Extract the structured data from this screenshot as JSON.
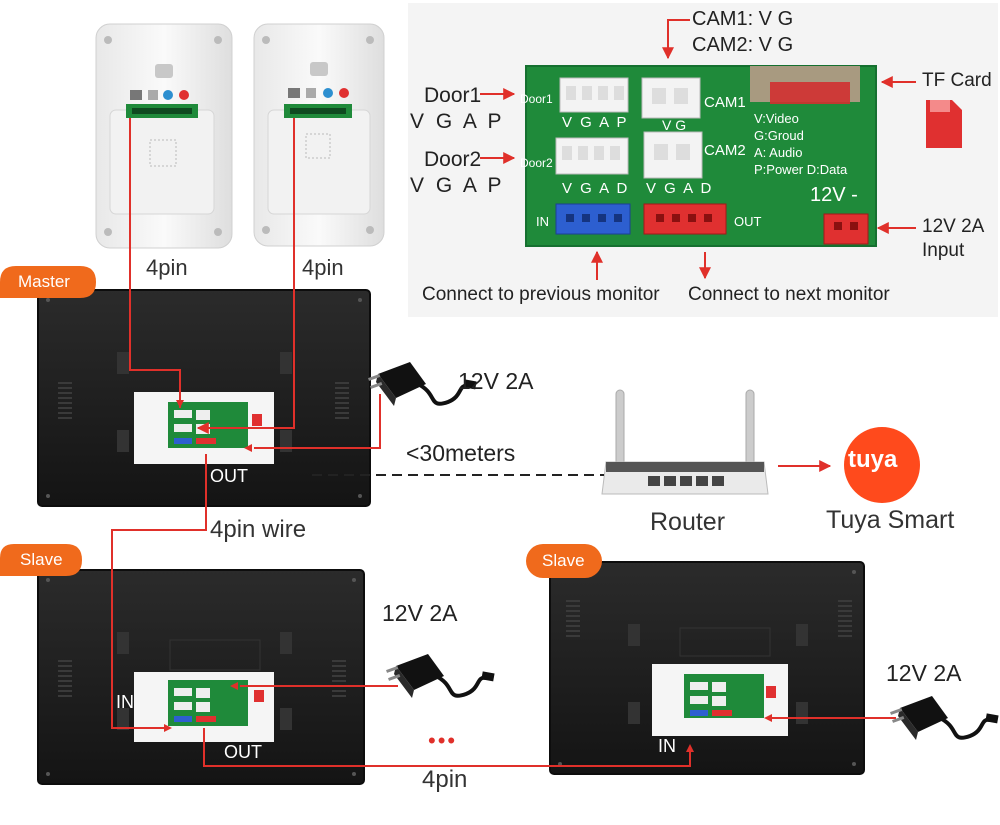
{
  "colors": {
    "wire": "#e0302a",
    "badge": "#f06a1c",
    "pcb": "#1f8a3a",
    "monitor": "#1e1e1e",
    "tuya": "#ff4a1c",
    "blue_connector": "#2d5fd0",
    "red_connector": "#e03030"
  },
  "panel": {
    "cam1": "CAM1:  V  G",
    "cam2": "CAM2:  V  G",
    "door1": "Door1",
    "door2": "Door2",
    "door1_pins": "V  G  A  P",
    "door2_pins": "V  G  A  P",
    "pcb_door1": "Door1",
    "pcb_door2": "Door2",
    "pcb_pins_door1": "V  G  A  P",
    "pcb_pins_door2": "V  G  A  D",
    "pcb_cam_vg": "V  G",
    "pcb_cam_vgad": "V  G  A  D",
    "pcb_cam1": "CAM1",
    "pcb_cam2": "CAM2",
    "legend_v": "V:Video",
    "legend_g": "G:Groud",
    "legend_a": "A: Audio",
    "legend_pd": "P:Power D:Data",
    "pcb_12v": "12V -",
    "pcb_in": "IN",
    "pcb_out": "OUT",
    "tf_card": "TF Card",
    "power_input": "12V 2A",
    "power_input2": "Input",
    "prev_monitor": "Connect to previous monitor",
    "next_monitor": "Connect to next monitor"
  },
  "outdoor": {
    "left_label": "4pin",
    "right_label": "4pin"
  },
  "master": {
    "badge": "Master",
    "adapter": "12V 2A",
    "out": "OUT",
    "distance": "<30meters",
    "wire": "4pin wire"
  },
  "router": {
    "label": "Router"
  },
  "tuya": {
    "logo": "tuya",
    "label": "Tuya Smart"
  },
  "slave1": {
    "badge": "Slave",
    "adapter": "12V 2A",
    "in": "IN",
    "out": "OUT"
  },
  "slave2": {
    "badge": "Slave",
    "adapter": "12V 2A",
    "in": "IN"
  },
  "bottom": {
    "dots": "•••",
    "wire": "4pin"
  }
}
